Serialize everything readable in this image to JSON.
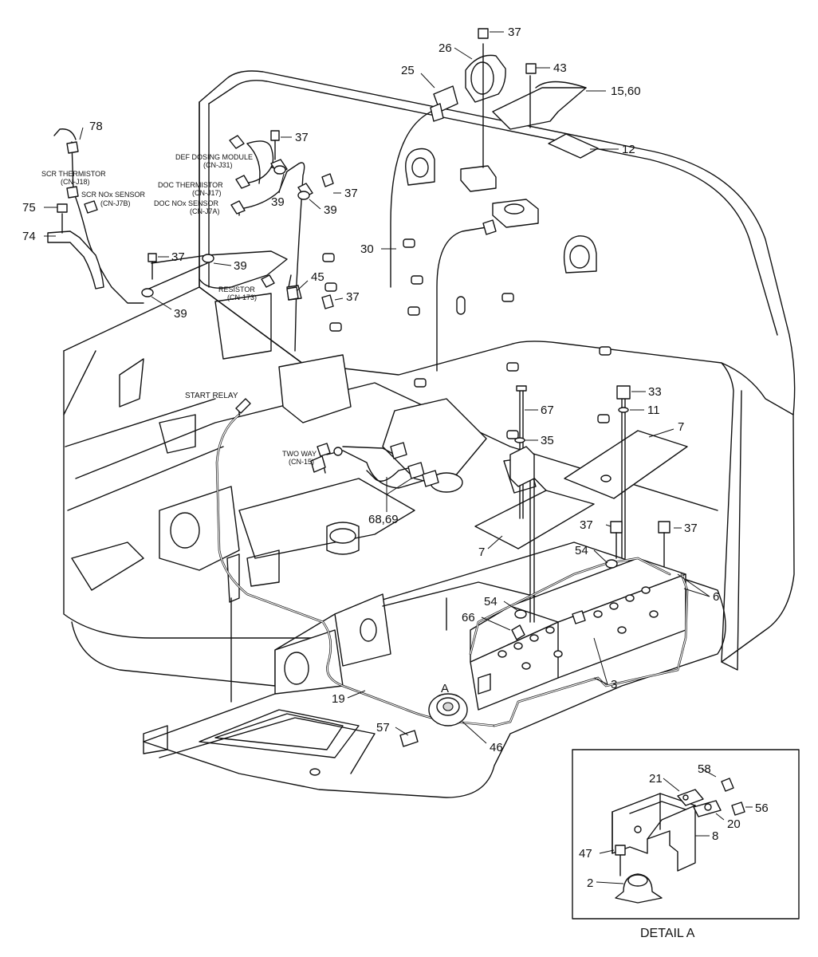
{
  "callouts": {
    "c37a": "37",
    "c26": "26",
    "c25": "25",
    "c43": "43",
    "c15_60": "15,60",
    "c12": "12",
    "c78": "78",
    "c37b": "37",
    "c37c": "37",
    "c39a": "39",
    "c39b": "39",
    "c75": "75",
    "c74": "74",
    "c37d": "37",
    "c39c": "39",
    "c30": "30",
    "c45": "45",
    "c37e": "37",
    "c39d": "39",
    "c33": "33",
    "c11": "11",
    "c67": "67",
    "c35": "35",
    "c7a": "7",
    "c68_69": "68,69",
    "c37f": "37",
    "c37g": "37",
    "c7b": "7",
    "c54a": "54",
    "c6": "6",
    "c54b": "54",
    "c66": "66",
    "c3": "3",
    "cA": "A",
    "c19": "19",
    "c57": "57",
    "c46": "46",
    "c58": "58",
    "c21": "21",
    "c56": "56",
    "c20": "20",
    "c8": "8",
    "c47": "47",
    "c2": "2"
  },
  "labels": {
    "def_dosing": "DEF DOSING MODULE",
    "def_dosing_cn": "(CN-J31)",
    "doc_thermistor": "DOC THERMISTOR",
    "doc_thermistor_cn": "(CN-J17)",
    "doc_nox": "DOC NOx SENSOR",
    "doc_nox_cn": "(CN-J7A)",
    "scr_thermistor": "SCR THERMISTOR",
    "scr_thermistor_cn": "(CN-J18)",
    "scr_nox": "SCR NOx SENSOR",
    "scr_nox_cn": "(CN-J7B)",
    "resistor": "RESISTOR",
    "resistor_cn": "(CN-173)",
    "start_relay": "START RELAY",
    "two_way": "TWO WAY",
    "two_way_cn": "(CN-15)"
  },
  "detail_caption": "DETAIL A"
}
